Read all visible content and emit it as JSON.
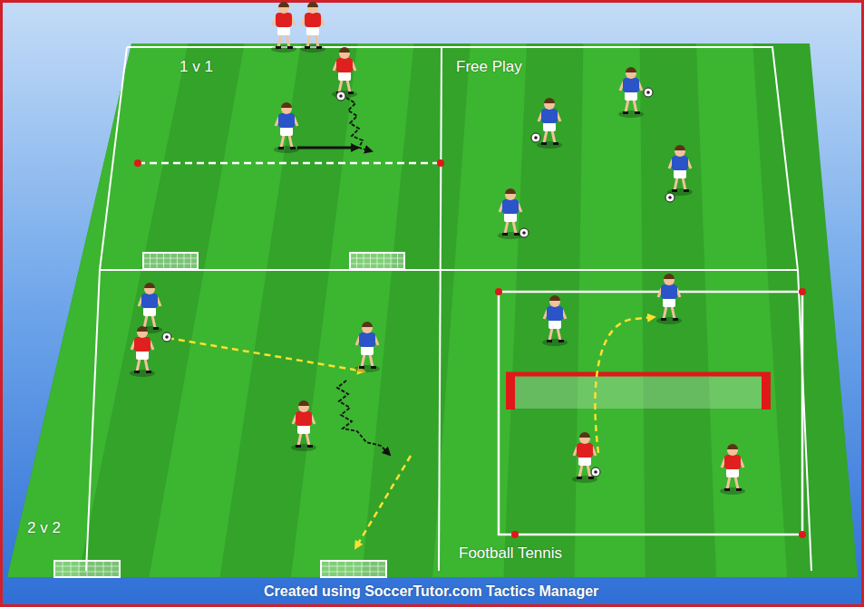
{
  "diagram": {
    "labels": [
      "1 v 1",
      "Free Play",
      "2 v 2",
      "Football Tennis",
      "Created using SoccerTutor.com Tactics Manager"
    ]
  }
}
